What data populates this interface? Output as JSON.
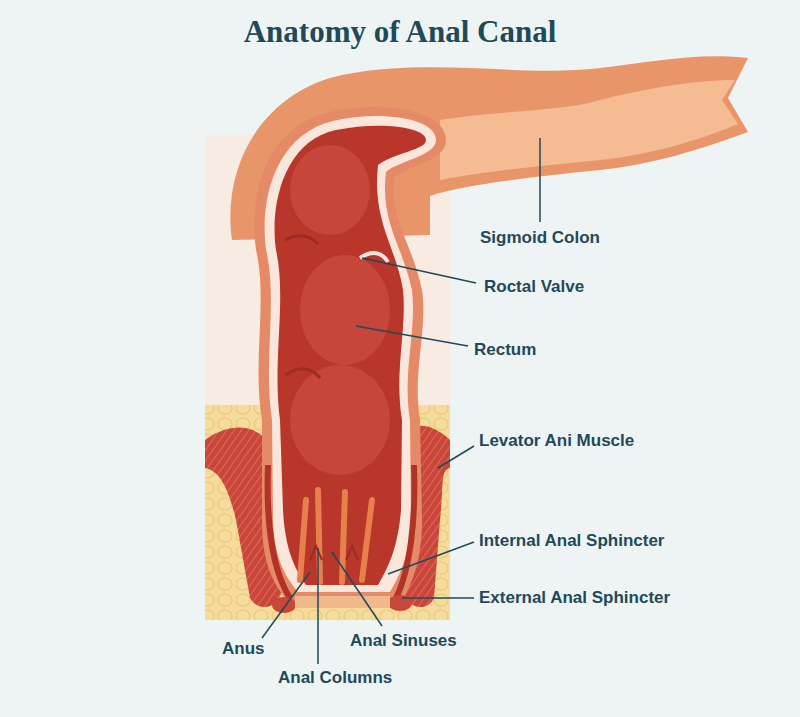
{
  "diagram": {
    "title": "Anatomy of Anal Canal",
    "labels": [
      "Sigmoid Colon",
      "Roctal Valve",
      "Rectum",
      "Levator Ani Muscle",
      "Internal Anal Sphincter",
      "External Anal Sphincter",
      "Anus",
      "Anal Columns",
      "Anal Sinuses"
    ]
  }
}
